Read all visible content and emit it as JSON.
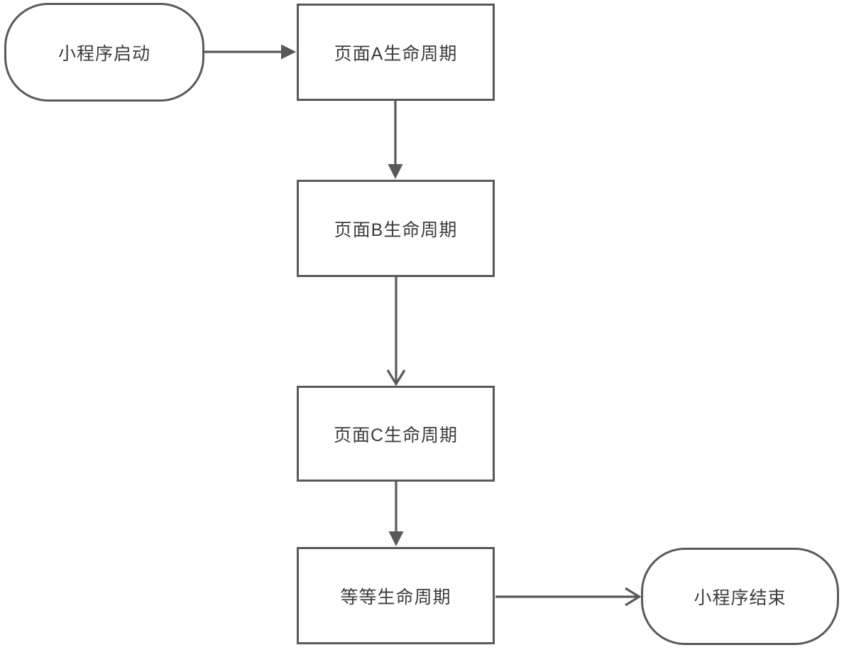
{
  "diagram": {
    "type": "flowchart",
    "colors": {
      "stroke": "#595959",
      "text": "#3c3c3c",
      "fill": "#ffffff"
    },
    "nodes": {
      "start": {
        "label": "小程序启动",
        "shape": "terminator"
      },
      "page_a": {
        "label": "页面A生命周期",
        "shape": "process"
      },
      "page_b": {
        "label": "页面B生命周期",
        "shape": "process"
      },
      "page_c": {
        "label": "页面C生命周期",
        "shape": "process"
      },
      "etc": {
        "label": "等等生命周期",
        "shape": "process"
      },
      "end": {
        "label": "小程序结束",
        "shape": "terminator"
      }
    },
    "edges": [
      {
        "from": "start",
        "to": "page_a",
        "direction": "right",
        "arrowhead": "solid-triangle"
      },
      {
        "from": "page_a",
        "to": "page_b",
        "direction": "down",
        "arrowhead": "solid-triangle"
      },
      {
        "from": "page_b",
        "to": "page_c",
        "direction": "down",
        "arrowhead": "open-chevron"
      },
      {
        "from": "page_c",
        "to": "etc",
        "direction": "down",
        "arrowhead": "solid-triangle"
      },
      {
        "from": "etc",
        "to": "end",
        "direction": "right",
        "arrowhead": "open-chevron"
      }
    ]
  }
}
